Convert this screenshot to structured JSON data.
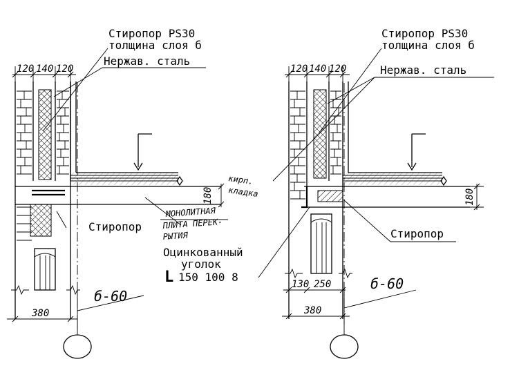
{
  "left_detail": {
    "insulation_label_line1": "Стиропор PS30",
    "insulation_label_line2": "толщина слоя б",
    "steel_label": "Нержав. сталь",
    "dim_top": [
      "120",
      "140",
      "120"
    ],
    "dim_slab": "180",
    "brick_label_line1": "кирп.",
    "brick_label_line2": "кладка",
    "slab_label_line1": "МОНОЛИТНАЯ",
    "slab_label_line2": "ПЛИТА ПЕРЕК-",
    "slab_label_line3": "РЫТИЯ",
    "styrofoam_label": "Стиропор",
    "angle_label_line1": "Оцинкованный",
    "angle_label_line2": "уголок",
    "angle_label_line3": "150 100 8",
    "angle_symbol": "L",
    "dim_bottom": "380",
    "level_label": "б-60"
  },
  "right_detail": {
    "insulation_label_line1": "Стиропор PS30",
    "insulation_label_line2": "толщина слоя б",
    "steel_label": "Нержав. сталь",
    "dim_top": [
      "120",
      "140",
      "120"
    ],
    "dim_slab": "180",
    "styrofoam_label": "Стиропор",
    "dim_mid": [
      "130",
      "250"
    ],
    "dim_bottom": "380",
    "level_label": "б-60"
  }
}
